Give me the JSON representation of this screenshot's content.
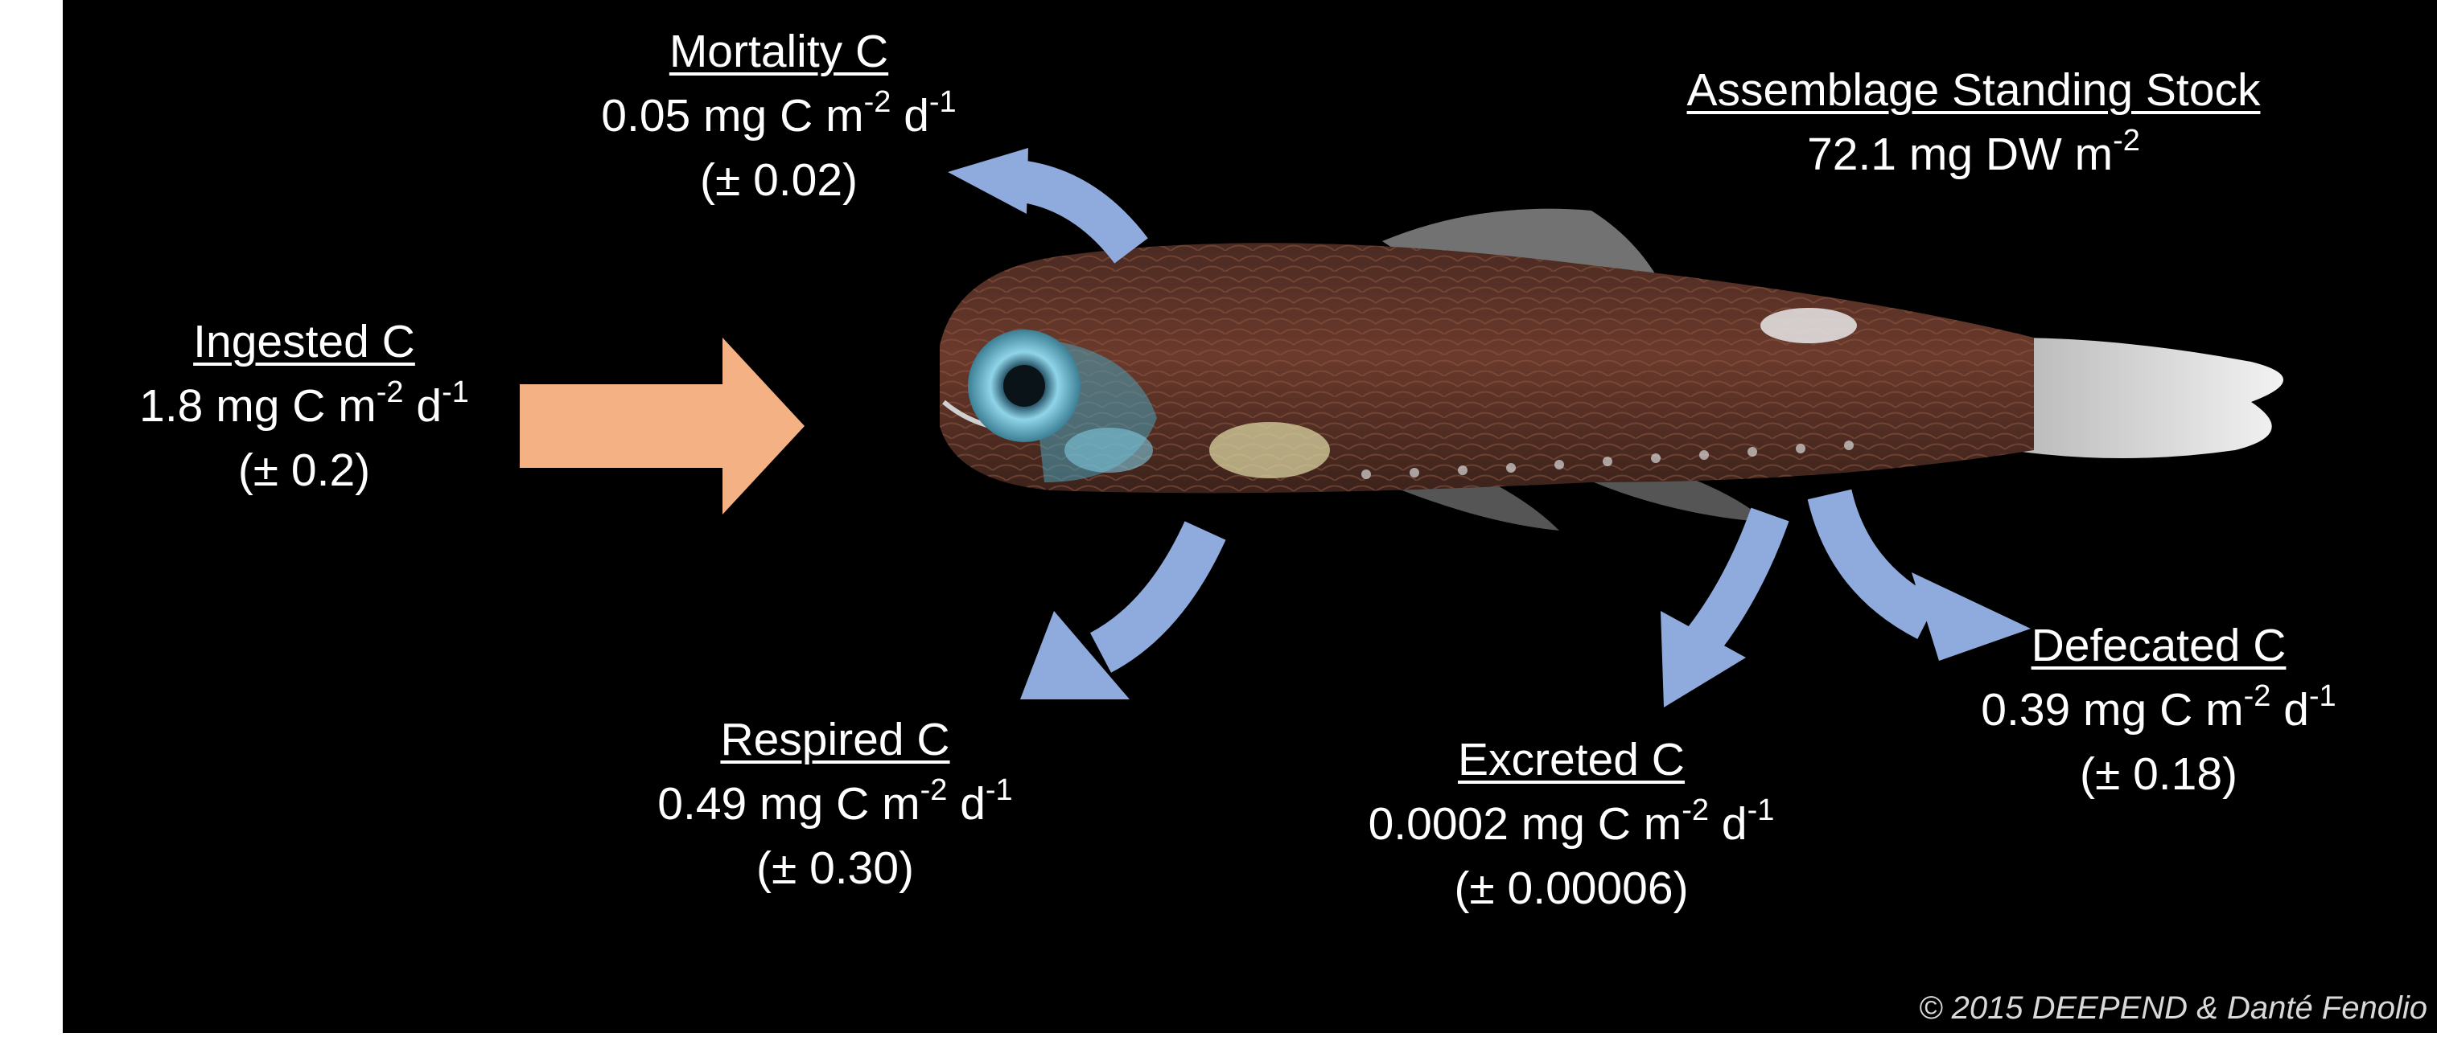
{
  "flows": {
    "ingested": {
      "title": "Ingested C",
      "value": "1.8 mg C m",
      "exp1": "-2",
      "unit": " d",
      "exp2": "-1",
      "error": "(± 0.2)"
    },
    "mortality": {
      "title": "Mortality C",
      "value": "0.05 mg C m",
      "exp1": "-2",
      "unit": " d",
      "exp2": "-1",
      "error": "(± 0.02)"
    },
    "respired": {
      "title": "Respired C",
      "value": "0.49 mg C m",
      "exp1": "-2",
      "unit": " d",
      "exp2": "-1",
      "error": "(± 0.30)"
    },
    "excreted": {
      "title": "Excreted C",
      "value": "0.0002 mg C m",
      "exp1": "-2",
      "unit": " d",
      "exp2": "-1",
      "error": "(± 0.00006)"
    },
    "defecated": {
      "title": "Defecated C",
      "value": "0.39 mg C m",
      "exp1": "-2",
      "unit": " d",
      "exp2": "-1",
      "error": "(± 0.18)"
    }
  },
  "stock": {
    "title": "Assemblage Standing Stock",
    "value": "72.1 mg DW m",
    "exp1": "-2"
  },
  "credit": "© 2015 DEEPEND & Danté Fenolio",
  "colors": {
    "ingest_arrow": "#f4b183",
    "output_arrow": "#8faadc",
    "background": "#000000"
  }
}
